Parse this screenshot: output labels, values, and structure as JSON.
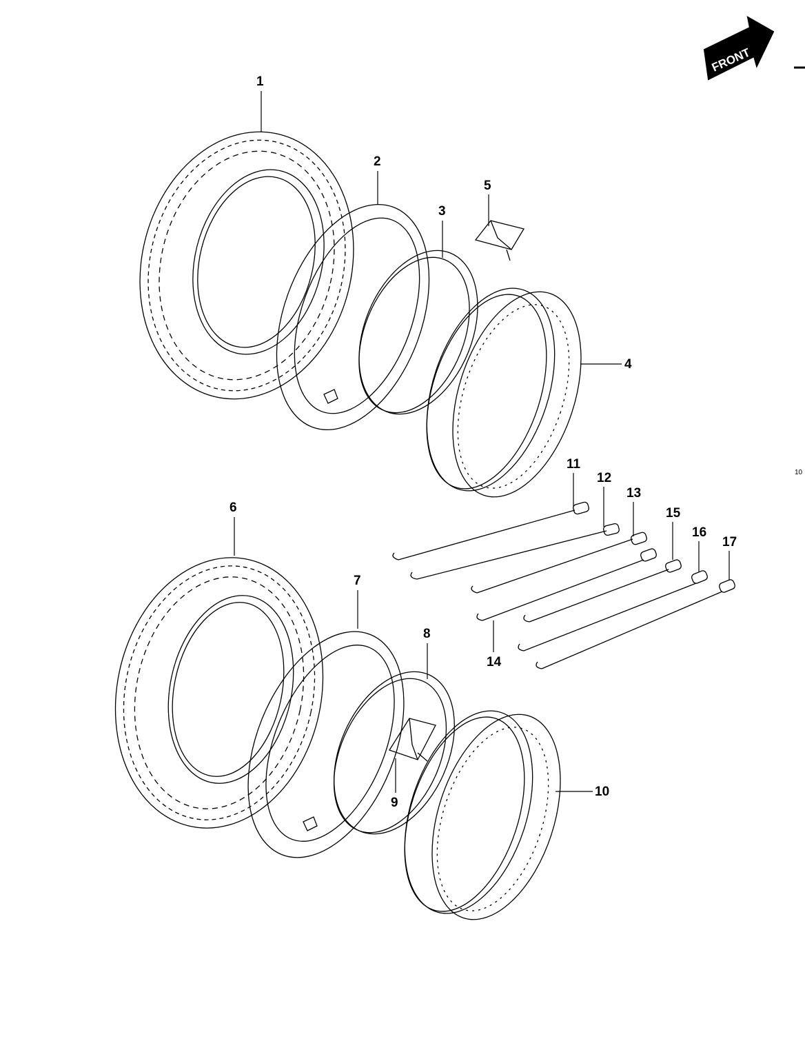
{
  "front_badge": {
    "label": "FRONT",
    "icon": "front-arrow-icon"
  },
  "page_marker": "10",
  "callouts": {
    "c1": "1",
    "c2": "2",
    "c3": "3",
    "c4": "4",
    "c5": "5",
    "c6": "6",
    "c7": "7",
    "c8": "8",
    "c9": "9",
    "c10": "10",
    "c11": "11",
    "c12": "12",
    "c13": "13",
    "c14": "14",
    "c15": "15",
    "c16": "16",
    "c17": "17"
  },
  "colors": {
    "ink": "#000000",
    "paper": "#ffffff"
  }
}
